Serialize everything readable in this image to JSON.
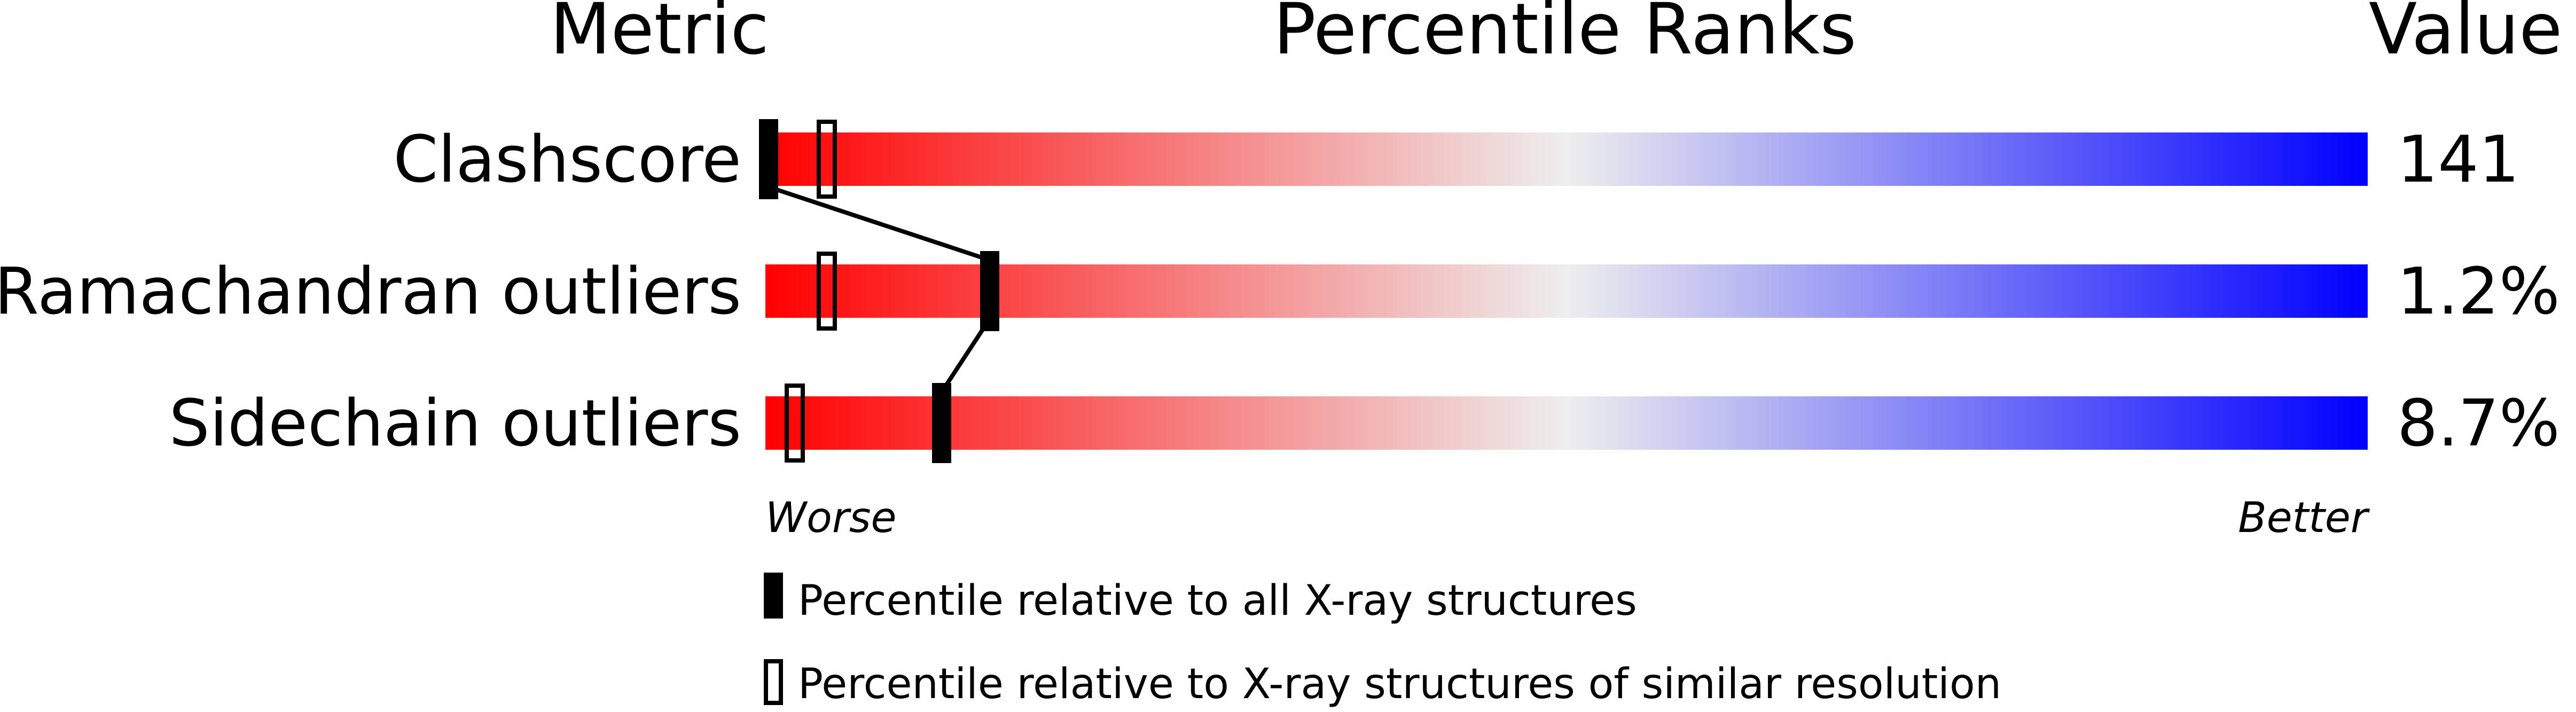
{
  "headers": {
    "metric": "Metric",
    "percentile": "Percentile Ranks",
    "value": "Value"
  },
  "axis": {
    "worse": "Worse",
    "better": "Better"
  },
  "legend": {
    "all": "Percentile relative to all X-ray structures",
    "similar": "Percentile relative to X-ray structures of similar resolution"
  },
  "colors": {
    "worst": "#ff0000",
    "middle": "#eeeeee",
    "best": "#0000ff",
    "marker": "#000000"
  },
  "chart_data": {
    "type": "bar",
    "xlim": [
      0,
      100
    ],
    "categories": [
      "Clashscore",
      "Ramachandran outliers",
      "Sidechain outliers"
    ],
    "values": [
      "141",
      "1.2%",
      "8.7%"
    ],
    "series": [
      {
        "name": "Percentile relative to all X-ray structures",
        "values": [
          0,
          14,
          11
        ]
      },
      {
        "name": "Percentile relative to X-ray structures of similar resolution",
        "values": [
          3,
          3,
          1
        ]
      }
    ]
  }
}
